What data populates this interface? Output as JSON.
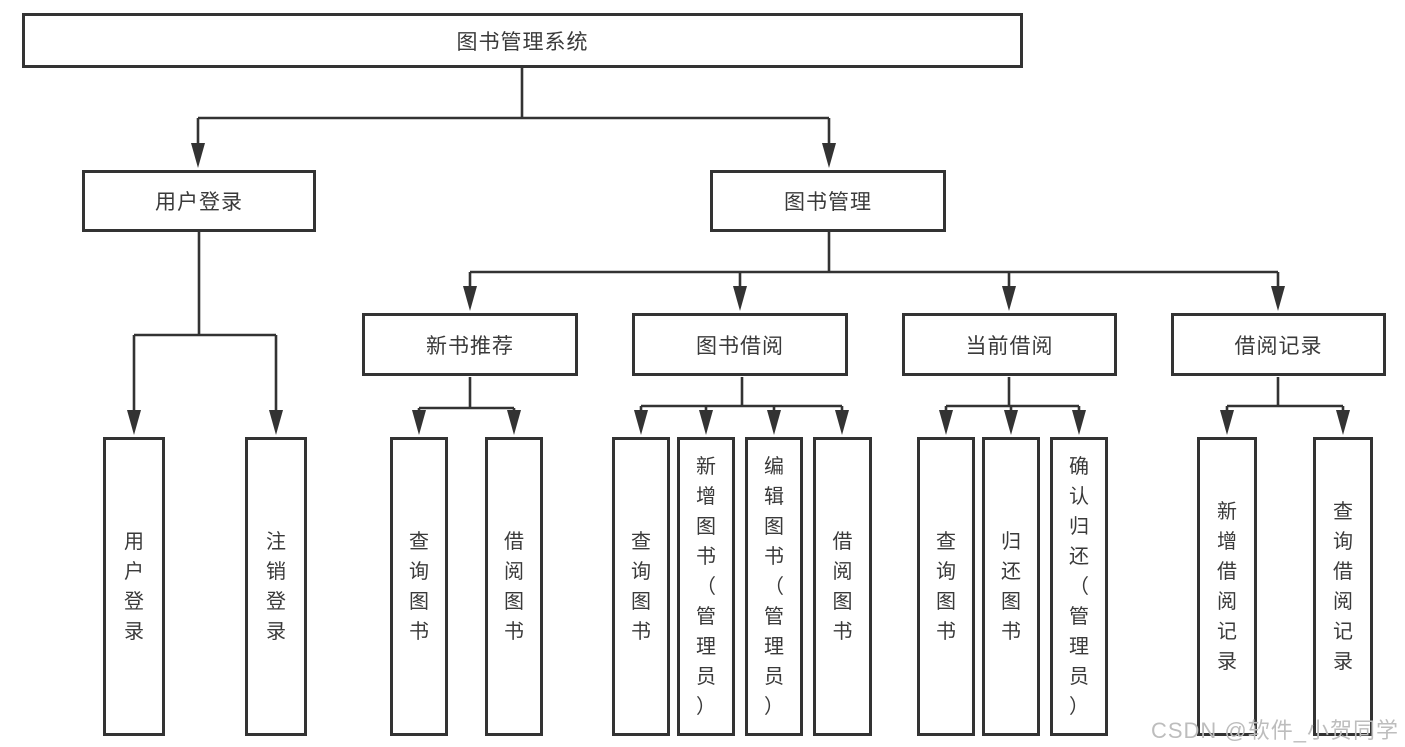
{
  "diagram": {
    "title": "图书管理系统",
    "root": {
      "label": "图书管理系统"
    },
    "level2": {
      "user_login": {
        "label": "用户登录"
      },
      "book_management": {
        "label": "图书管理"
      }
    },
    "level3": {
      "new_book_recommend": {
        "label": "新书推荐"
      },
      "book_borrow": {
        "label": "图书借阅"
      },
      "current_borrow": {
        "label": "当前借阅"
      },
      "borrow_records": {
        "label": "借阅记录"
      }
    },
    "leaves": {
      "user_login": [
        {
          "label": "用户登录"
        },
        {
          "label": "注销登录"
        }
      ],
      "new_book_recommend": [
        {
          "label": "查询图书"
        },
        {
          "label": "借阅图书"
        }
      ],
      "book_borrow": [
        {
          "label": "查询图书"
        },
        {
          "label": "新增图书（管理员）"
        },
        {
          "label": "编辑图书（管理员）"
        },
        {
          "label": "借阅图书"
        }
      ],
      "current_borrow": [
        {
          "label": "查询图书"
        },
        {
          "label": "归还图书"
        },
        {
          "label": "确认归还（管理员）"
        }
      ],
      "borrow_records": [
        {
          "label": "新增借阅记录"
        },
        {
          "label": "查询借阅记录"
        }
      ]
    },
    "watermark": "CSDN @软件_小贺同学",
    "colors": {
      "line": "#333333",
      "text": "#3a3a3a",
      "watermark": "#bdbdbd",
      "background": "#ffffff"
    }
  }
}
